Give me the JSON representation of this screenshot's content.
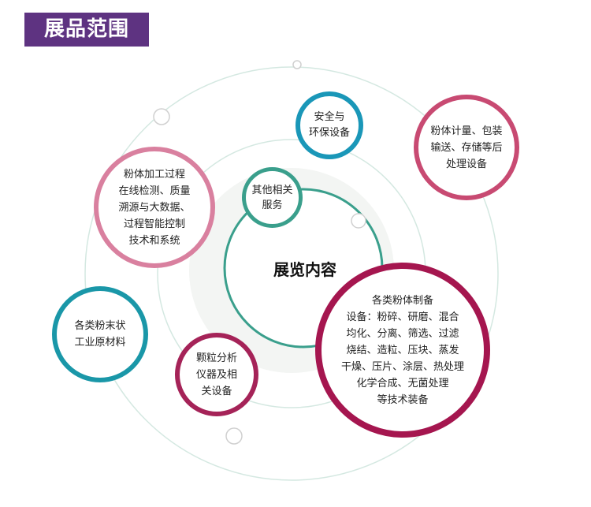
{
  "header": {
    "title": "展品范围"
  },
  "diagram": {
    "center": "展览内容",
    "nodes": [
      {
        "id": "safety",
        "text": "安全与\n环保设备",
        "color": "#1a97b8"
      },
      {
        "id": "measure",
        "text": "粉体计量、包装\n输送、存储等后\n处理设备",
        "color": "#c84a72"
      },
      {
        "id": "process",
        "text": "粉体加工过程\n在线检测、质量\n溯源与大数据、\n过程智能控制\n技术和系统",
        "color": "#d9809f"
      },
      {
        "id": "other",
        "text": "其他相关\n服务",
        "color": "#3a9f8c"
      },
      {
        "id": "raw",
        "text": "各类粉末状\n工业原材料",
        "color": "#1a97a8"
      },
      {
        "id": "analysis",
        "text": "颗粒分析\n仪器及相\n关设备",
        "color": "#a52358"
      },
      {
        "id": "prep",
        "text": "各类粉体制备\n设备：粉碎、研磨、混合\n均化、分离、筛选、过滤\n烧结、造粒、压块、蒸发\n干燥、压片、涂层、热处理\n化学合成、无菌处理\n等技术装备",
        "color": "#a5164f"
      }
    ]
  }
}
